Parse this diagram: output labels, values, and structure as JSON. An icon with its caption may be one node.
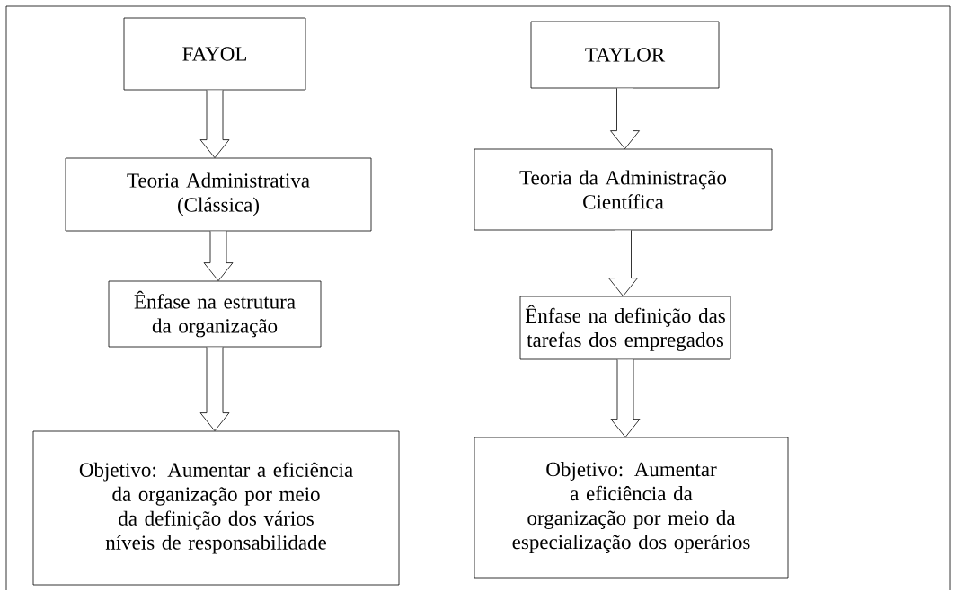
{
  "diagram": {
    "nodes": [
      {
        "text": [
          "FAYOL"
        ]
      },
      {
        "text": [
          "Teoria Administrativa (Clássica)"
        ]
      },
      {
        "text": [
          "Ênfase na estrutura da organização"
        ]
      },
      {
        "text": [
          "Objetivo: Aumentar a eficiência da organização por meio da definição dos vários níveis de responsabilidade"
        ]
      },
      {
        "text": [
          "TAYLOR"
        ]
      },
      {
        "text": [
          "Teoria da Administração Científica"
        ]
      },
      {
        "text": [
          "Ênfase na definição das tarefas dos empregados"
        ]
      },
      {
        "text": [
          "Objetivo: Aumentar a eficiência da organização por meio da especialização dos operários"
        ]
      }
    ],
    "edges": [
      {
        "from": 0,
        "to": 1,
        "arrow": "to"
      },
      {
        "from": 1,
        "to": 2,
        "arrow": "to"
      },
      {
        "from": 2,
        "to": 3,
        "arrow": "to"
      },
      {
        "from": 4,
        "to": 5,
        "arrow": "to"
      },
      {
        "from": 5,
        "to": 6,
        "arrow": "to"
      },
      {
        "from": 6,
        "to": 7,
        "arrow": "to"
      }
    ]
  }
}
